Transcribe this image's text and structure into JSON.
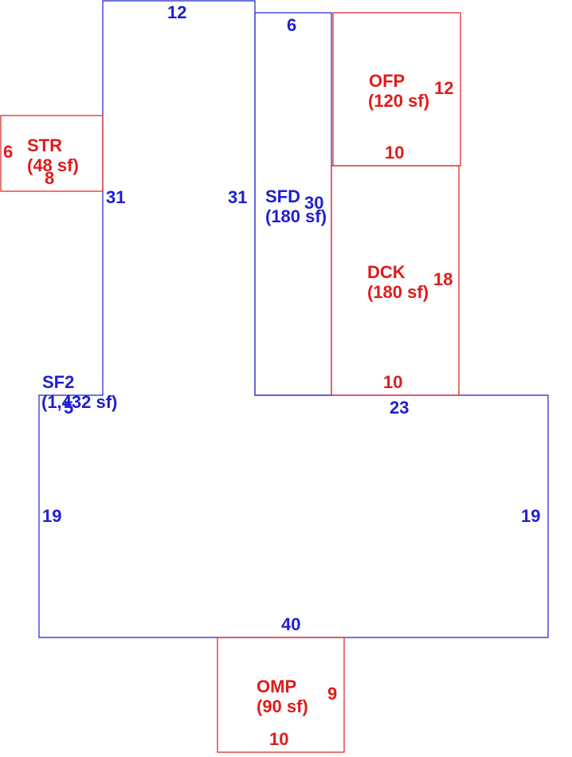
{
  "colors": {
    "living": "#1f1fd1",
    "exterior": "#e01b1b",
    "background": "#ffffff"
  },
  "areas": {
    "sf2": {
      "code": "SF2",
      "area": "(1,432 sf)"
    },
    "sfd": {
      "code": "SFD",
      "area": "(180 sf)"
    },
    "str": {
      "code": "STR",
      "area": "(48 sf)"
    },
    "ofp": {
      "code": "OFP",
      "area": "(120 sf)"
    },
    "dck": {
      "code": "DCK",
      "area": "(180 sf)"
    },
    "omp": {
      "code": "OMP",
      "area": "(90 sf)"
    }
  },
  "dimensions": {
    "sf2_top": "12",
    "sf2_left_upper": "31",
    "sf2_right_upper": "31",
    "sf2_step_left": "5",
    "sf2_left_lower": "19",
    "sf2_right_lower": "19",
    "sf2_bottom": "40",
    "sf2_step_right": "23",
    "sfd_top": "6",
    "sfd_side": "30",
    "str_left": "6",
    "str_bottom": "8",
    "ofp_side": "12",
    "ofp_bottom": "10",
    "dck_side": "18",
    "dck_bottom": "10",
    "omp_side": "9",
    "omp_bottom": "10"
  }
}
